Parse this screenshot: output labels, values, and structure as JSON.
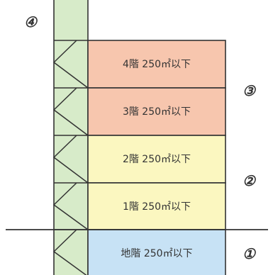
{
  "colors": {
    "stair": "#d7ebc9",
    "floor_upper": "#f7c6ae",
    "floor_middle": "#fbf7c0",
    "floor_basement": "#c7e2f5",
    "line": "#333333"
  },
  "floors": [
    {
      "label": "4階  250㎡以下",
      "zone": "upper"
    },
    {
      "label": "3階  250㎡以下",
      "zone": "upper"
    },
    {
      "label": "2階  250㎡以下",
      "zone": "middle"
    },
    {
      "label": "1階  250㎡以下",
      "zone": "middle"
    },
    {
      "label": "地階  250㎡以下",
      "zone": "basement"
    }
  ],
  "markers": [
    {
      "label": "④"
    },
    {
      "label": "③"
    },
    {
      "label": "②"
    },
    {
      "label": "①"
    }
  ]
}
